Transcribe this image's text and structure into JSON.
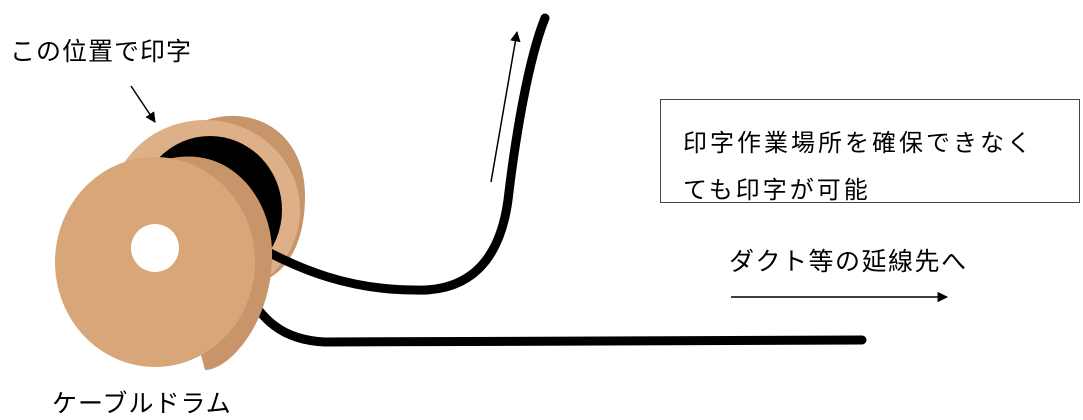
{
  "labels": {
    "print_position": "この位置で印字",
    "cable_drum": "ケーブルドラム",
    "to_duct": "ダクト等の延線先へ"
  },
  "note": {
    "line1": "印字作業場所を確保できなく",
    "line2": "ても印字が可能"
  },
  "colors": {
    "drum_flange": "#D9A679",
    "drum_flange_rear": "#DDB088",
    "cable": "#000000",
    "box_border": "#444444"
  }
}
